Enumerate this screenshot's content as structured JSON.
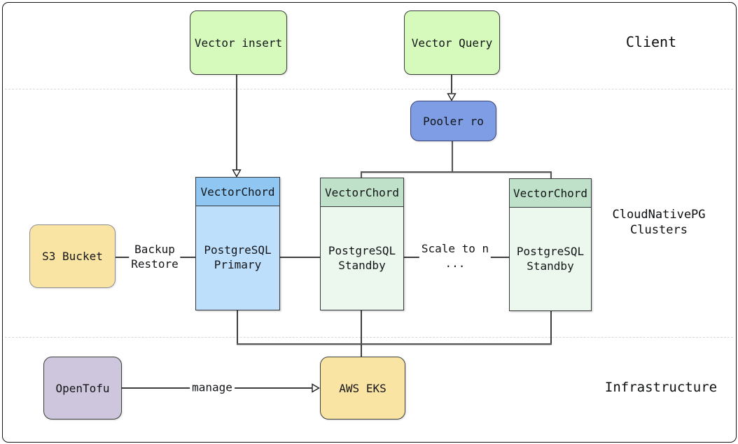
{
  "diagram": {
    "title_sections": {
      "client": "Client",
      "clusters": "CloudNativePG\nClusters",
      "infrastructure": "Infrastructure"
    },
    "nodes": {
      "vector_insert": {
        "label": "Vector insert"
      },
      "vector_query": {
        "label": "Vector Query"
      },
      "pooler": {
        "label": "Pooler ro"
      },
      "primary": {
        "header": "VectorChord",
        "body": "PostgreSQL\nPrimary"
      },
      "standby1": {
        "header": "VectorChord",
        "body": "PostgreSQL\nStandby"
      },
      "standby2": {
        "header": "VectorChord",
        "body": "PostgreSQL\nStandby"
      },
      "s3_bucket": {
        "label": "S3 Bucket"
      },
      "opentofu": {
        "label": "OpenTofu"
      },
      "aws_eks": {
        "label": "AWS EKS"
      }
    },
    "edge_labels": {
      "backup_restore": "Backup\nRestore",
      "scale_to_n": "Scale to n\n...",
      "manage": "manage"
    },
    "colors": {
      "client_green": "#d6fabc",
      "pooler_blue": "#7e9de4",
      "primary_header_blue": "#90c6f2",
      "primary_body_blue": "#bedffc",
      "standby_header_green": "#c0e1c9",
      "standby_body_green": "#ecf7ee",
      "storage_yellow": "#fae4a3",
      "opentofu_purple": "#cdc6dc"
    }
  }
}
